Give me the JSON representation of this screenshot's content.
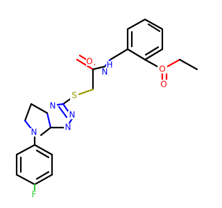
{
  "atoms": {
    "o_ester_single": "O",
    "o_ester_double": "O",
    "nh": "H",
    "n_amide": "N",
    "o_amide": "O",
    "s_thio": "S",
    "n_triazole_1": "N",
    "n_triazole_2": "N",
    "n_triazole_3": "N",
    "n_ring_4": "N",
    "f_fluoro": "F"
  },
  "colors": {
    "carbon_bond": "#000000",
    "oxygen": "#ff0000",
    "nitrogen": "#0000ff",
    "sulfur": "#999900",
    "fluorine": "#33cc33",
    "background": "#ffffff"
  }
}
